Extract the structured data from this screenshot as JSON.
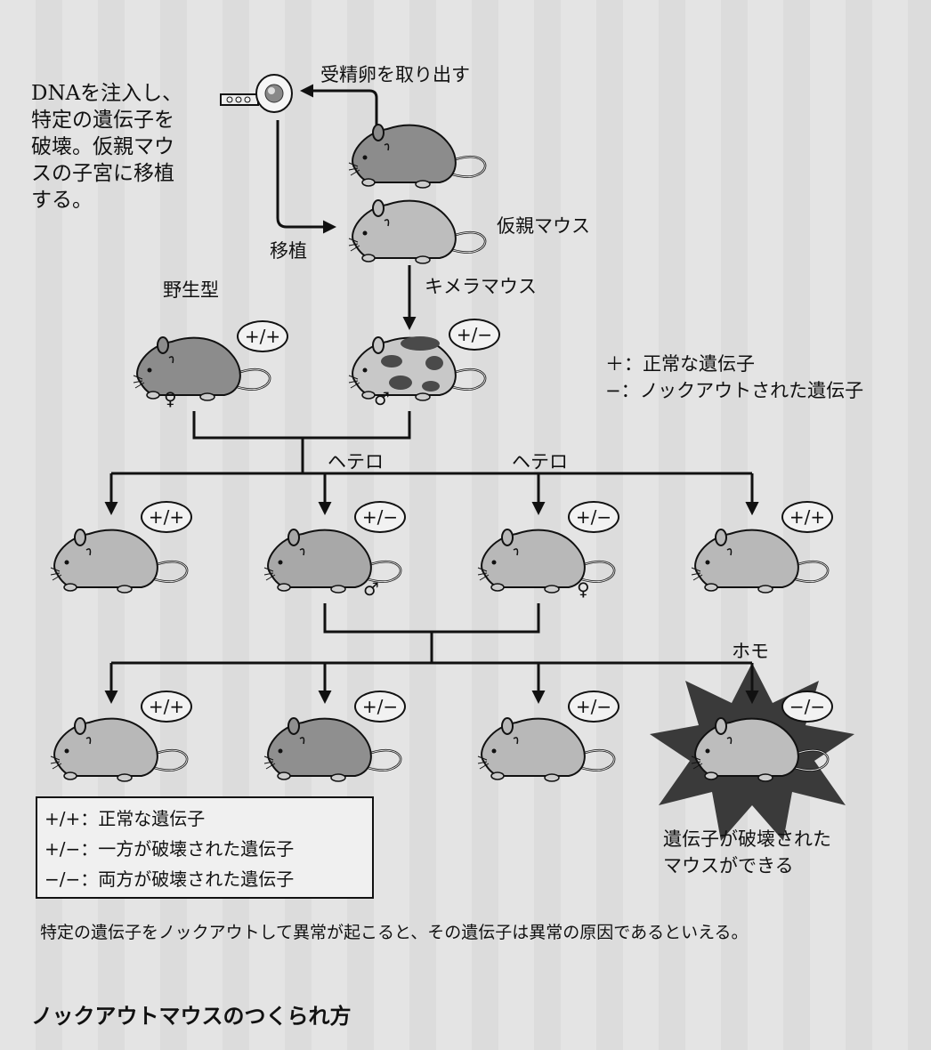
{
  "note_lines": [
    "DNAを注入し、",
    "特定の遺伝子を",
    "破壊。仮親マウ",
    "スの子宮に移植",
    "する。"
  ],
  "labels": {
    "extract_egg": "受精卵を取り出す",
    "surrogate": "仮親マウス",
    "transplant": "移植",
    "chimera": "キメラマウス",
    "wild_type": "野生型",
    "hetero_1": "ヘテロ",
    "hetero_2": "ヘテロ",
    "homo": "ホモ",
    "result_line1": "遺伝子が破壊された",
    "result_line2": "マウスができる"
  },
  "key": {
    "plus": "＋：正常な遺伝子",
    "minus": "−：ノックアウトされた遺伝子"
  },
  "gen0": {
    "wild": {
      "genotype": "+/+",
      "sex": "♀"
    },
    "chimera": {
      "genotype": "+/−",
      "sex": "♂"
    }
  },
  "gen1": [
    {
      "genotype": "+/+",
      "sex": ""
    },
    {
      "genotype": "+/−",
      "sex": "♂"
    },
    {
      "genotype": "+/−",
      "sex": "♀"
    },
    {
      "genotype": "+/+",
      "sex": ""
    }
  ],
  "gen2": [
    {
      "genotype": "+/+"
    },
    {
      "genotype": "+/−"
    },
    {
      "genotype": "+/−"
    },
    {
      "genotype": "−/−"
    }
  ],
  "legend": [
    "+/+：正常な遺伝子",
    "+/−：一方が破壊された遺伝子",
    "−/−：両方が破壊された遺伝子"
  ],
  "caption": "特定の遺伝子をノックアウトして異常が起こると、その遺伝子は異常の原因であるといえる。",
  "title": "ノックアウトマウスのつくられ方",
  "colors": {
    "dark_mouse": "#8c8c8c",
    "light_mouse": "#bdbdbd",
    "chimera_spot": "#4a4a4a",
    "line": "#111111"
  }
}
